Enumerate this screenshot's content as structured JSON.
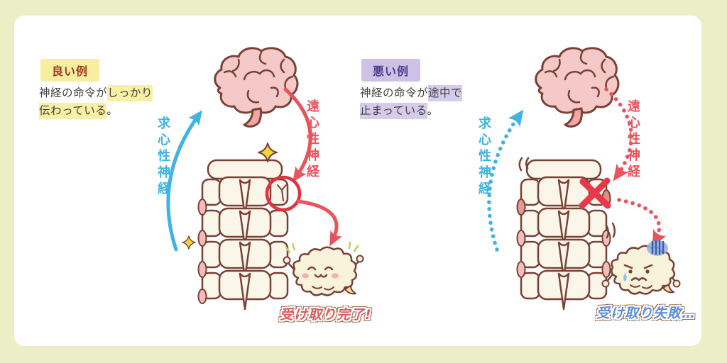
{
  "page": {
    "background_color": "#ECEEC5",
    "card_color": "#FFFFFF"
  },
  "colors": {
    "afferent_blue": "#3FB3E3",
    "efferent_red": "#E8545C",
    "good_badge_bg": "#F8EF9E",
    "good_badge_text": "#9C3A22",
    "bad_badge_bg": "#CDC1E6",
    "bad_badge_text": "#503B8E",
    "good_highlight": "#F9F0A3",
    "bad_highlight": "#D5CBEA",
    "caption_good": "#E05A5A",
    "caption_bad": "#5B8EDB",
    "outline_brown": "#7A4034",
    "brain_pink": "#F4C9C7",
    "bone_cream": "#FBF6EA",
    "disc_pink": "#F2BDBB",
    "x_mark_red": "#E8384A",
    "signal_circle_red": "#E0333F",
    "sparkle_yellow": "#F2D43C",
    "character_cream": "#FAF3DC"
  },
  "good": {
    "badge": "良い例",
    "desc": [
      {
        "t": "神経の命令が",
        "hl": false
      },
      {
        "t": "しっかり",
        "hl": true
      },
      {
        "t": "伝わっている",
        "hl": true
      },
      {
        "t": "。",
        "hl": false
      }
    ],
    "afferent_label": "求心性神経",
    "efferent_label": "遠心性神経",
    "caption": "受け取り完了!"
  },
  "bad": {
    "badge": "悪い例",
    "desc": [
      {
        "t": "神経の命令が",
        "hl": false
      },
      {
        "t": "途中で",
        "hl": true
      },
      {
        "t": "止まっている",
        "hl": true
      },
      {
        "t": "。",
        "hl": false
      }
    ],
    "afferent_label": "求心性神経",
    "efferent_label": "遠心性神経",
    "caption": "受け取り失敗…"
  }
}
